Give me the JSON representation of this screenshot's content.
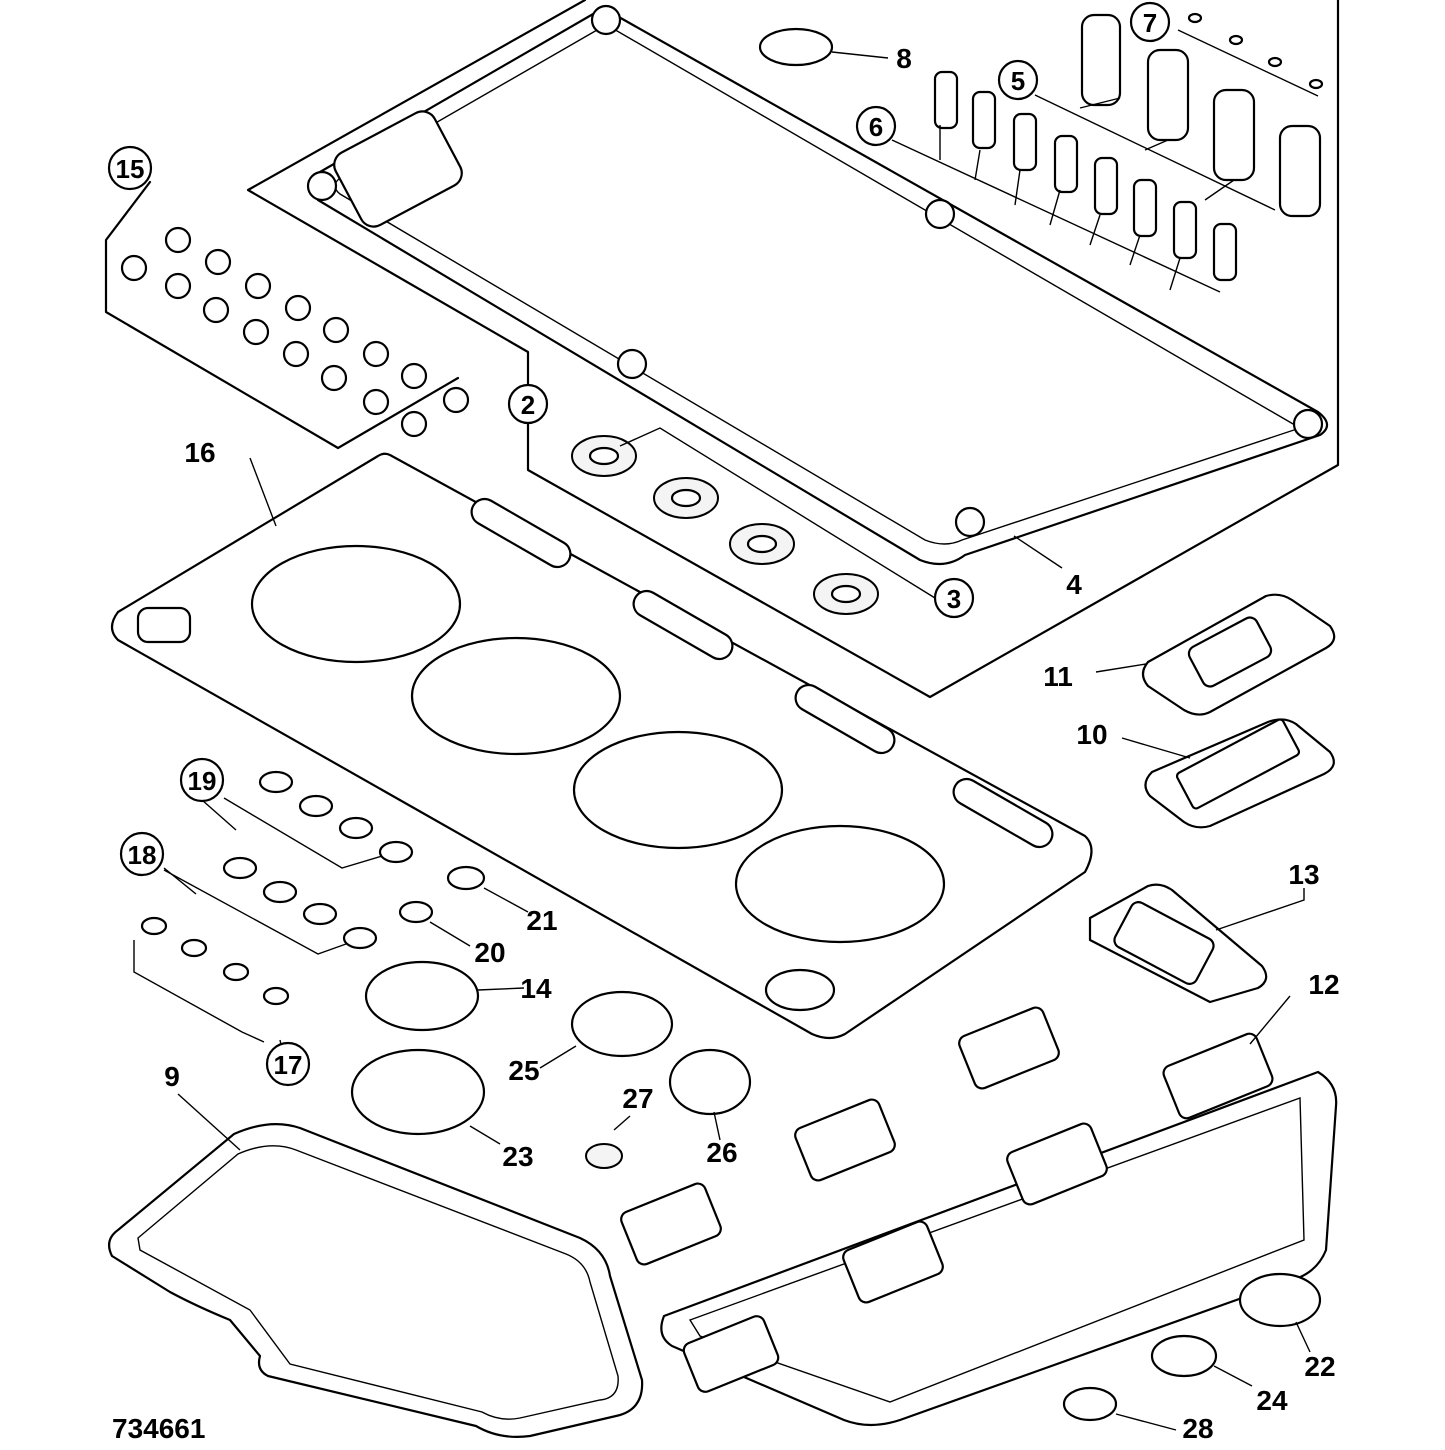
{
  "drawing_number": "734661",
  "callouts": {
    "c2": "2",
    "c3": "3",
    "c4": "4",
    "c5": "5",
    "c6": "6",
    "c7": "7",
    "c8": "8",
    "c9": "9",
    "c10": "10",
    "c11": "11",
    "c12": "12",
    "c13": "13",
    "c14": "14",
    "c15": "15",
    "c16": "16",
    "c17": "17",
    "c18": "18",
    "c19": "19",
    "c20": "20",
    "c21": "21",
    "c22": "22",
    "c23": "23",
    "c24": "24",
    "c25": "25",
    "c26": "26",
    "c27": "27",
    "c28": "28"
  },
  "colors": {
    "line": "#000000",
    "background": "#ffffff",
    "shade": "#f4f4f4"
  }
}
